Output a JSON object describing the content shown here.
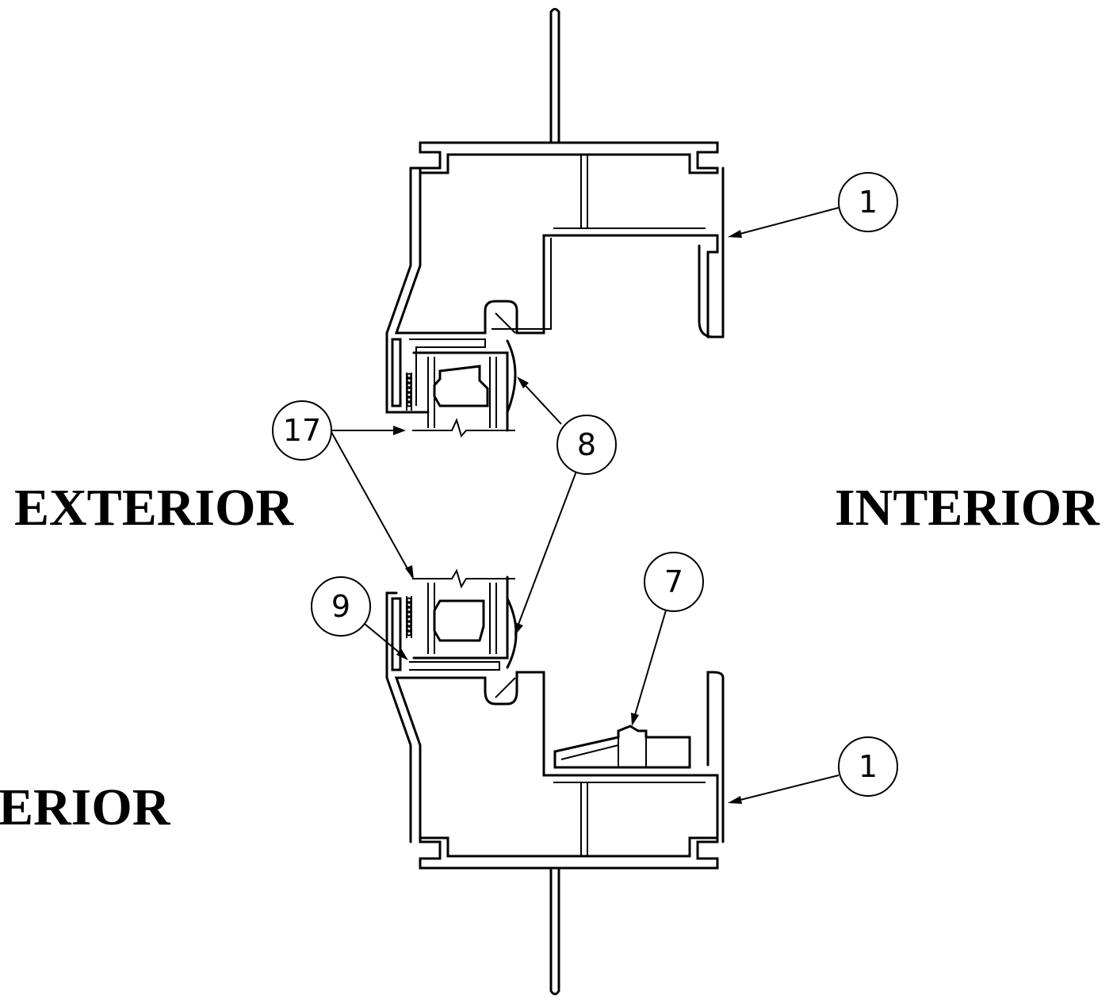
{
  "labels": {
    "exterior": "EXTERIOR",
    "interior": "INTERIOR",
    "exterior_partial": "ERIOR"
  },
  "callouts": {
    "frame_top": "1",
    "frame_bottom": "1",
    "glazing_infill": "17",
    "glazing_gasket": "8",
    "setting_block": "7",
    "glazing_tape": "9"
  }
}
